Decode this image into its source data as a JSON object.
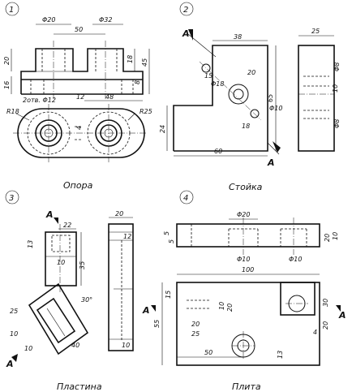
{
  "figures": [
    {
      "number": "1",
      "caption": "Опора",
      "dims": {
        "d20": "Φ20",
        "w50": "50",
        "d32": "Φ32",
        "h20": "20",
        "h16": "16",
        "h18": "18",
        "h45": "45",
        "h8": "8",
        "otv": "2отв. Φ12",
        "w12": "12",
        "w48": "48",
        "r18": "R18",
        "r25": "R25",
        "w4": "4"
      }
    },
    {
      "number": "2",
      "caption": "Стойка",
      "section": "A",
      "dims": {
        "w38": "38",
        "w25": "25",
        "d18": "Φ18",
        "w15": "15",
        "w20": "20",
        "h65": "65",
        "d10": "Φ10",
        "w18": "18",
        "h24": "24",
        "w60": "60",
        "d8a": "Φ8",
        "w10": "10",
        "d8b": "Φ8"
      }
    },
    {
      "number": "3",
      "caption": "Пластина",
      "section": "A",
      "dims": {
        "w22": "22",
        "w20": "20",
        "h13": "13",
        "h35": "35",
        "w12": "12",
        "w10a": "10",
        "w25": "25",
        "ang30": "30°",
        "h10": "10",
        "w40": "40",
        "w100": "10",
        "w10b": "10"
      }
    },
    {
      "number": "4",
      "caption": "Плита",
      "section": "A",
      "dims": {
        "d20": "Φ20",
        "h5a": "5",
        "h5b": "5",
        "h20": "20",
        "h10": "10",
        "d10a": "Φ10",
        "d10b": "Φ10",
        "w100": "100",
        "h15": "15",
        "h10b": "10",
        "h20b": "20",
        "w20": "20",
        "w25": "25",
        "h55": "55",
        "w50": "50",
        "h13": "13",
        "h30": "30",
        "h20c": "20",
        "w4": "4"
      }
    }
  ]
}
